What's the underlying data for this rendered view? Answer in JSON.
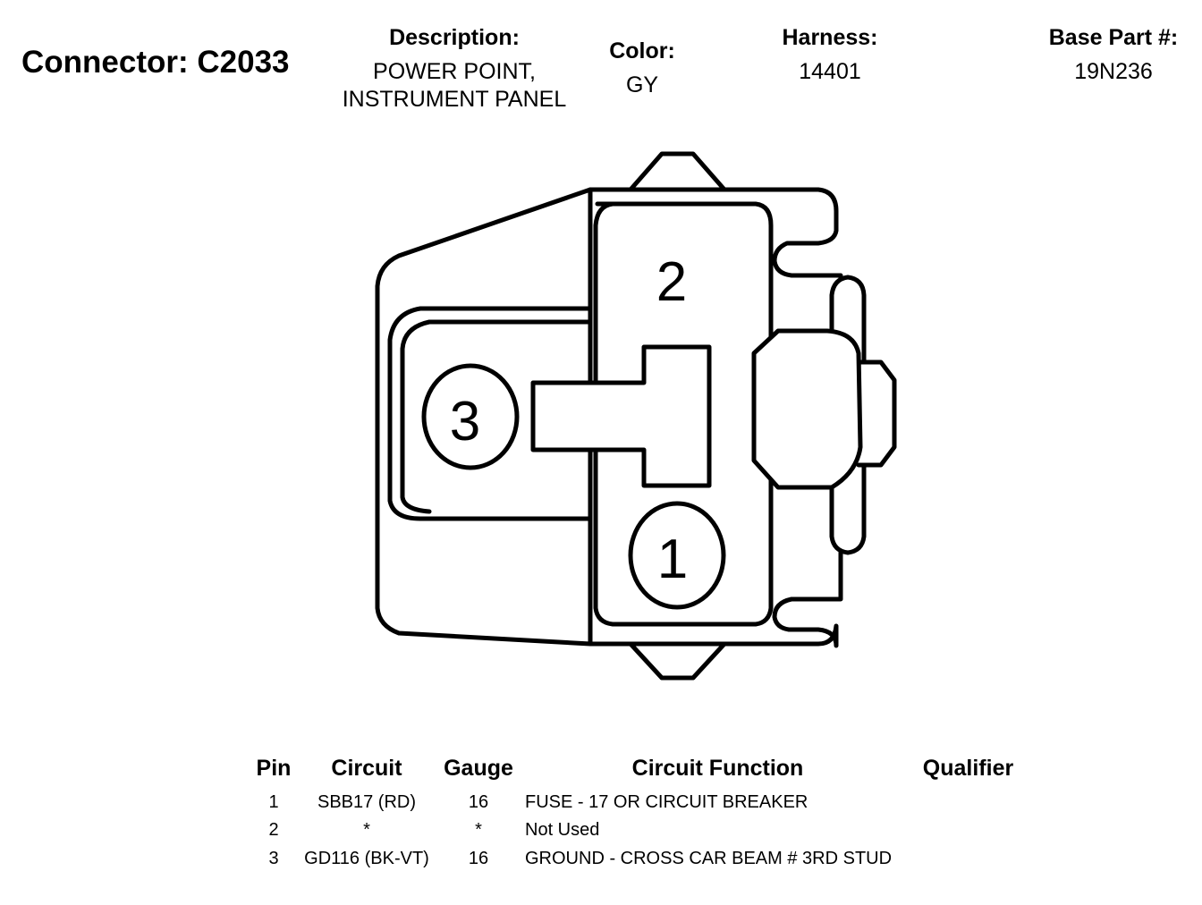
{
  "header": {
    "connector": "Connector: C2033",
    "description_label": "Description:",
    "description_line1": "POWER POINT,",
    "description_line2": "INSTRUMENT PANEL",
    "color_label": "Color:",
    "color_value": "GY",
    "harness_label": "Harness:",
    "harness_value": "14401",
    "base_part_label": "Base Part #:",
    "base_part_value": "19N236"
  },
  "diagram": {
    "pin_labels": [
      "1",
      "2",
      "3"
    ]
  },
  "table": {
    "headers": {
      "pin": "Pin",
      "circuit": "Circuit",
      "gauge": "Gauge",
      "function": "Circuit Function",
      "qualifier": "Qualifier"
    },
    "rows": [
      {
        "pin": "1",
        "circuit": "SBB17 (RD)",
        "gauge": "16",
        "function": "FUSE - 17 OR CIRCUIT BREAKER",
        "qualifier": ""
      },
      {
        "pin": "2",
        "circuit": "*",
        "gauge": "*",
        "function": "Not Used",
        "qualifier": ""
      },
      {
        "pin": "3",
        "circuit": "GD116 (BK-VT)",
        "gauge": "16",
        "function": "GROUND - CROSS CAR BEAM # 3RD STUD",
        "qualifier": ""
      }
    ]
  }
}
